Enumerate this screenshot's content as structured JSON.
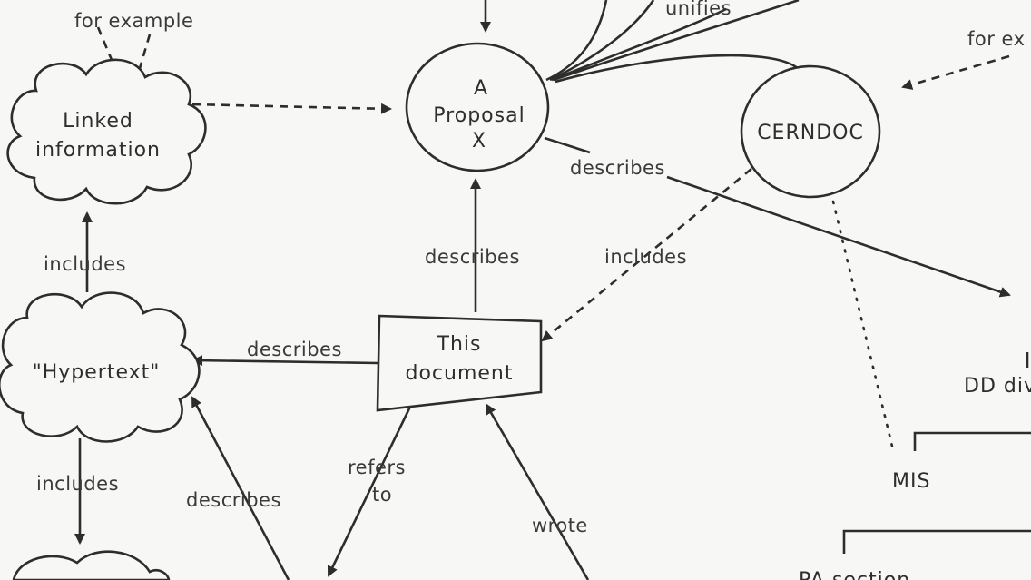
{
  "nodes": {
    "linked_information": {
      "lines": [
        "Linked",
        "information"
      ]
    },
    "proposal": {
      "lines": [
        "A",
        "Proposal",
        "X"
      ]
    },
    "cerndoc": {
      "lines": [
        "CERNDOC"
      ]
    },
    "hypertext": {
      "lines": [
        "\"Hypertext\""
      ]
    },
    "this_document": {
      "lines": [
        "This",
        "document"
      ]
    },
    "dd_division": {
      "text": "DD div"
    },
    "mis": {
      "text": "MIS"
    },
    "pa_section": {
      "text": "PA section"
    }
  },
  "edges": {
    "for_example_top_left": "for example",
    "unifies": "unifies",
    "for_example_top_right": "for ex",
    "describes_proposal_right": "describes",
    "includes_linked": "includes",
    "describes_this_doc_to_proposal": "describes",
    "includes_cerndoc": "includes",
    "describes_this_doc_to_hypertext": "describes",
    "includes_hypertext": "includes",
    "describes_bottom": "describes",
    "refers_to": [
      "refers",
      "to"
    ],
    "wrote": "wrote"
  }
}
